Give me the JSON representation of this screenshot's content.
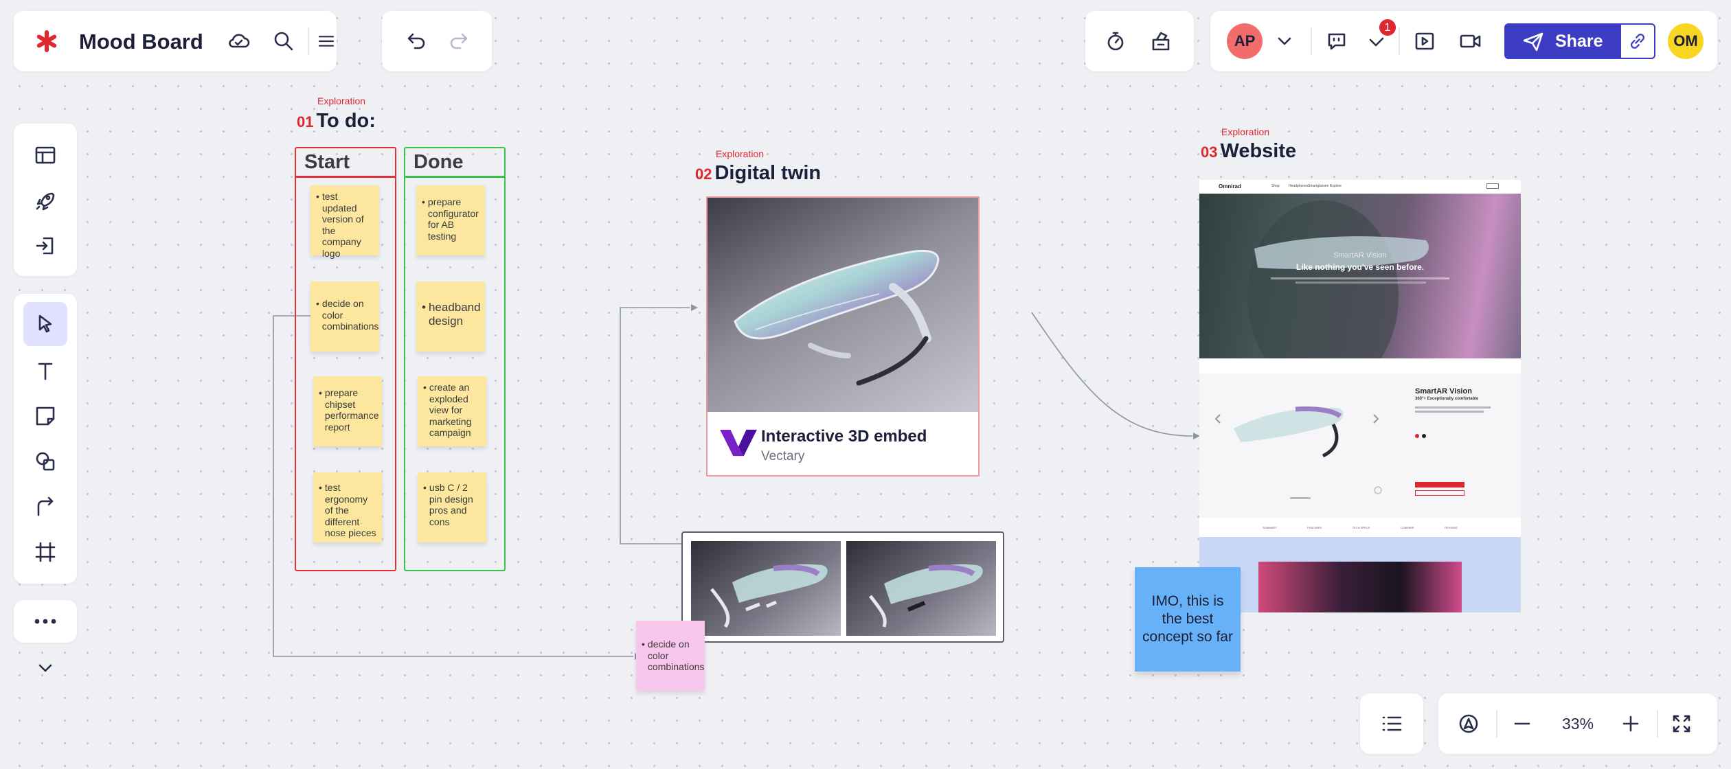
{
  "app": {
    "board_title": "Mood Board",
    "notification_count": "1",
    "share_label": "Share",
    "user_initials": "AP",
    "own_initials": "OM",
    "zoom": "33%",
    "colors": {
      "accent": "#3c3cc4",
      "brand_red": "#e0262f",
      "avatar_ap": "#f26c6c",
      "avatar_om": "#f8d523"
    }
  },
  "frames": {
    "todo": {
      "tag": "Exploration",
      "num": "01",
      "title": "To do:",
      "start_label": "Start",
      "done_label": "Done",
      "start_notes": [
        "test updated version of the company logo",
        "decide on color combinations",
        "prepare chipset performance report",
        "test ergonomy of the different nose pieces"
      ],
      "done_notes": [
        "prepare configurator for AB testing",
        "headband design",
        "create an exploded view for marketing campaign",
        "usb C / 2 pin design pros and cons"
      ]
    },
    "twin": {
      "tag": "Exploration",
      "num": "02",
      "title": "Digital twin",
      "embed_title": "Interactive 3D embed",
      "embed_sub": "Vectary"
    },
    "website": {
      "tag": "Exploration",
      "num": "03",
      "title": "Website",
      "brand": "Omnirad",
      "nav": [
        "Shop",
        "Headphones",
        "Smartglasses",
        "Explore"
      ],
      "hero_kicker": "SmartAR Vision",
      "hero_title": "Like nothing you've seen before.",
      "product_name": "SmartAR Vision",
      "product_tag": "360°+ Exceptionally comfortable",
      "footer_links": [
        "SUMMARY",
        "FEATURES",
        "TECH SPECS",
        "COMPARE",
        "REVIEWS"
      ]
    }
  },
  "notes": {
    "pink": "decide on color combinations",
    "blue": "IMO, this is the best concept so far"
  }
}
